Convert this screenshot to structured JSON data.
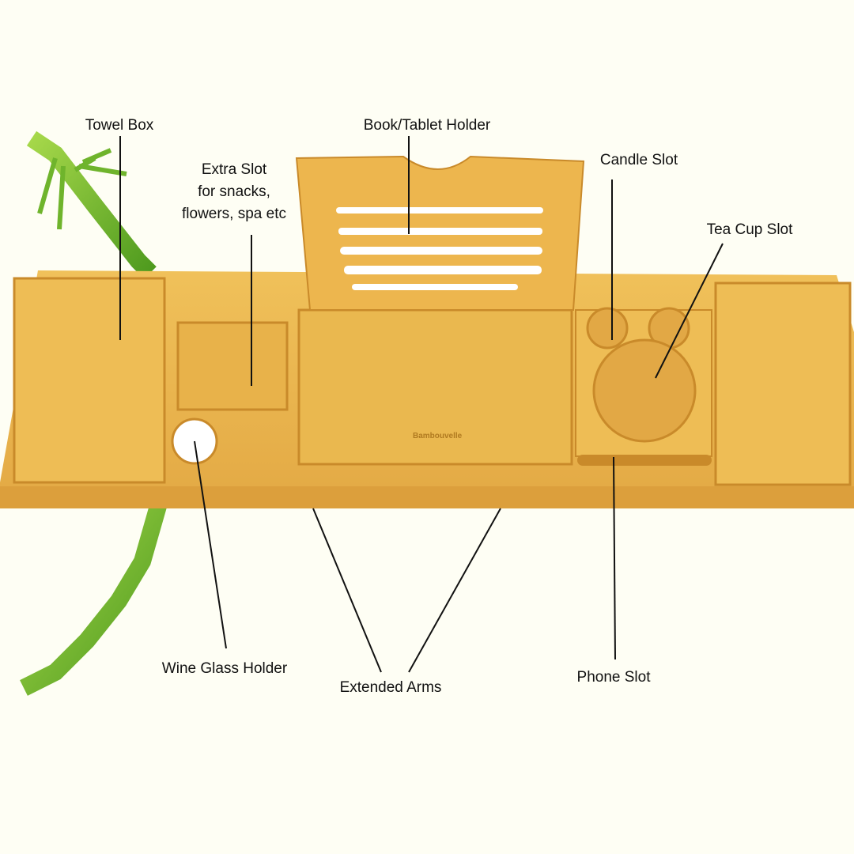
{
  "labels": {
    "towel_box": "Towel Box",
    "extra_slot": [
      "Extra Slot",
      "for snacks,",
      "flowers, spa etc"
    ],
    "book_holder": "Book/Tablet Holder",
    "candle_slot": "Candle Slot",
    "tea_cup_slot": "Tea Cup Slot",
    "wine_glass_holder": "Wine Glass Holder",
    "extended_arms": "Extended Arms",
    "phone_slot": "Phone Slot"
  },
  "logo": "Bambouvelle",
  "colors": {
    "background": "#fefef4",
    "bamboo_wood": "#e9b44c",
    "bamboo_wood_dark": "#c98a2a",
    "bamboo_leaf": "#6fb42c",
    "leader_line": "#111111"
  }
}
